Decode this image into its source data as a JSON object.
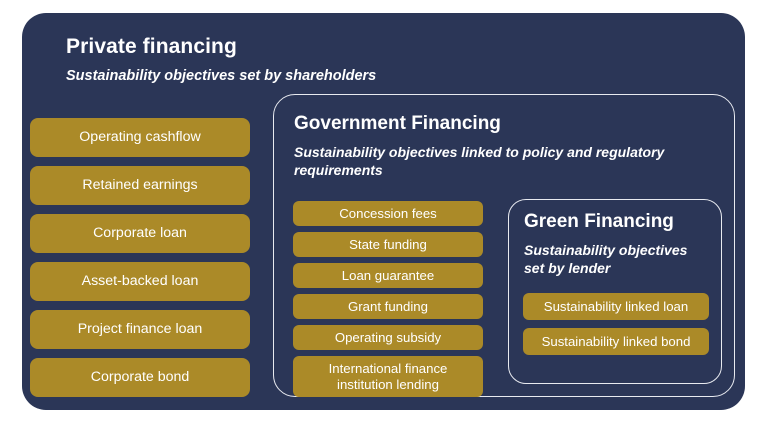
{
  "diagram": {
    "colors": {
      "panel_navy": "#2b3657",
      "pill_gold": "#ab8a28",
      "outline_white": "#e8eaf0",
      "text_white": "#ffffff",
      "background": "#ffffff"
    },
    "private": {
      "title": "Private financing",
      "subtitle": "Sustainability objectives set by shareholders",
      "items": [
        {
          "label": "Operating cashflow"
        },
        {
          "label": "Retained earnings"
        },
        {
          "label": "Corporate loan"
        },
        {
          "label": "Asset-backed loan"
        },
        {
          "label": "Project finance loan"
        },
        {
          "label": "Corporate bond"
        }
      ]
    },
    "government": {
      "title": "Government Financing",
      "subtitle": "Sustainability objectives linked to policy and regulatory requirements",
      "items": [
        {
          "label": "Concession fees"
        },
        {
          "label": "State funding"
        },
        {
          "label": "Loan guarantee"
        },
        {
          "label": "Grant funding"
        },
        {
          "label": "Operating subsidy"
        },
        {
          "label": "International finance institution lending"
        }
      ]
    },
    "green": {
      "title": "Green Financing",
      "subtitle": "Sustainability objectives set by lender",
      "items": [
        {
          "label": "Sustainability linked loan"
        },
        {
          "label": "Sustainability linked bond"
        }
      ]
    }
  }
}
